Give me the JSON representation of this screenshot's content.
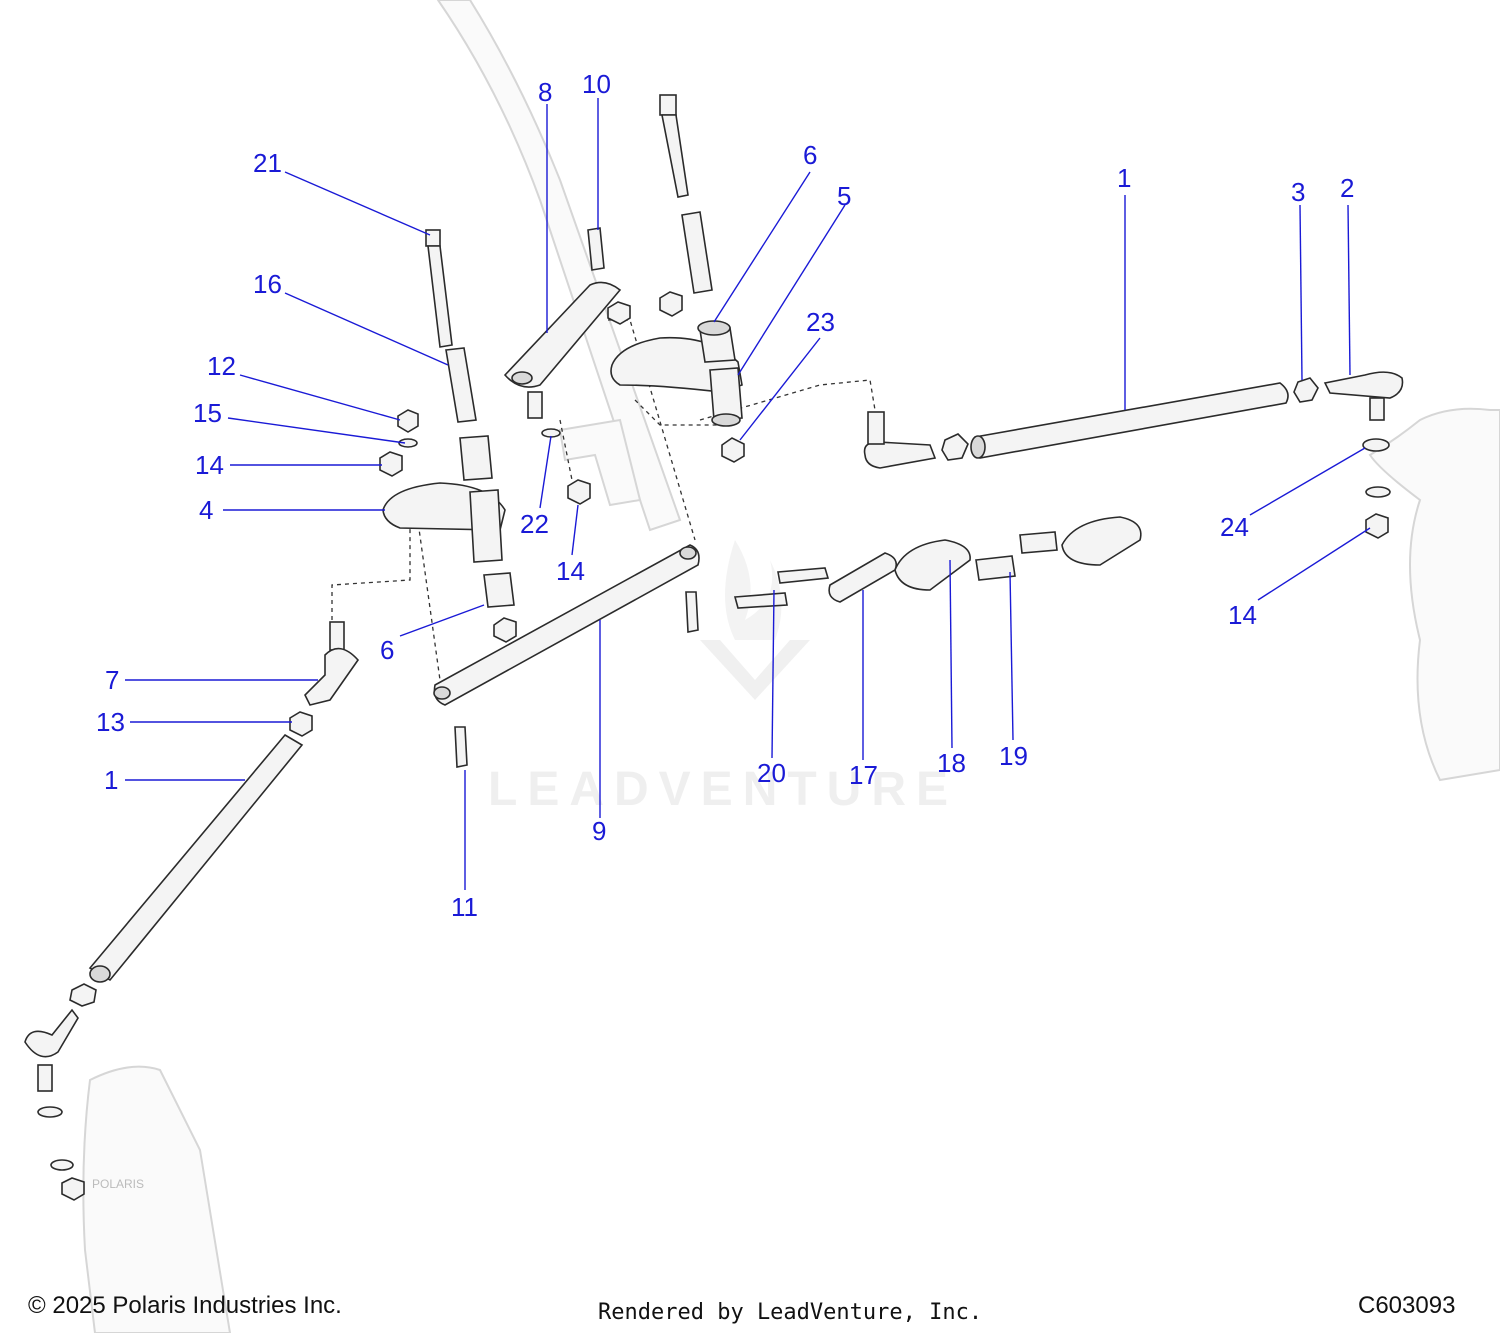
{
  "watermark": {
    "text": "LEADVENTURE"
  },
  "knuckle_brand": "POLARIS",
  "callouts": [
    "21",
    "16",
    "12",
    "15",
    "14",
    "4",
    "7",
    "13",
    "1",
    "8",
    "10",
    "6",
    "5",
    "23",
    "22",
    "14",
    "6",
    "9",
    "11",
    "1",
    "3",
    "2",
    "24",
    "14",
    "20",
    "17",
    "18",
    "19"
  ],
  "footer": {
    "copyright": "© 2025 Polaris Industries Inc.",
    "rendered_by": "Rendered by LeadVenture, Inc.",
    "diagram_code": "C603093"
  }
}
